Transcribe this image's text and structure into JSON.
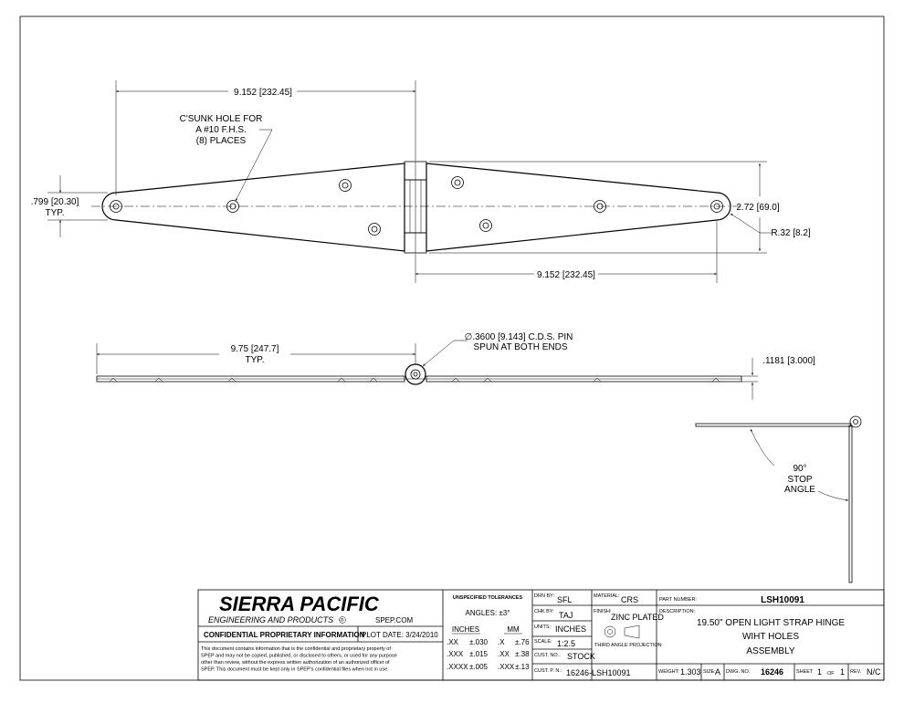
{
  "dimensions": {
    "left_length": "9.152 [232.45]",
    "right_length": "9.152 [232.45]",
    "end_width": ".799 [20.30]",
    "end_width_typ": "TYP.",
    "overall_width": "2.72 [69.0]",
    "end_radius": "R.32 [8.2]",
    "side_length": "9.75 [247.7]",
    "side_length_typ": "TYP.",
    "thickness": ".1181 [3.000]"
  },
  "notes": {
    "hole_line1": "C'SUNK HOLE FOR",
    "hole_line2": "A #10 F.H.S.",
    "hole_line3": "(8) PLACES",
    "pin_line1": "∅.3600 [9.143] C.D.S. PIN",
    "pin_line2": "SPUN AT BOTH ENDS",
    "stop_line1": "90°",
    "stop_line2": "STOP",
    "stop_line3": "ANGLE"
  },
  "title_block": {
    "company": "SIERRA PACIFIC",
    "company_sub": "ENGINEERING AND PRODUCTS",
    "registered": "®",
    "website": "SPEP.COM",
    "confidential_title": "CONFIDENTIAL PROPRIETARY INFORMATION",
    "plot_date": "PLOT DATE: 3/24/2010",
    "confidential_text": [
      "This document contains information that is the confidential and proprietary property of",
      "SPEP and may not be copied, published, or disclosed to others, or used for any purpose",
      "other than review, without the express written authorization of an authorized officer of",
      "SPEP. This document must be kept only in SPEP's confidential files when not in use."
    ],
    "tolerances": {
      "title": "UNSPECIFIED TOLERANCES",
      "angles": "ANGLES: ±3°",
      "inches_header": "INCHES",
      "mm_header": "MM",
      "rows": [
        {
          "in_fmt": ".XX",
          "in_tol": "±.030",
          "mm_fmt": ".X",
          "mm_tol": "±.76"
        },
        {
          "in_fmt": ".XXX",
          "in_tol": "±.015",
          "mm_fmt": ".XX",
          "mm_tol": "±.38"
        },
        {
          "in_fmt": ".XXXX",
          "in_tol": "±.005",
          "mm_fmt": ".XXX",
          "mm_tol": "±.13"
        }
      ]
    },
    "drn_by_label": "DRN BY:",
    "drn_by": "SFL",
    "chk_by_label": "CHK BY:",
    "chk_by": "TAJ",
    "units_label": "UNITS:",
    "units": "INCHES",
    "scale_label": "SCALE:",
    "scale": "1:2.5",
    "cust_no_label": "CUST. NO.:",
    "cust_no": "STOCK",
    "cust_pn_label": "CUST. P. N.:",
    "cust_pn": "16246-LSH10091",
    "material_label": "MATERIAL:",
    "material": "CRS",
    "finish_label": "FINISH:",
    "finish": "ZINC PLATED",
    "projection": "THIRD ANGLE PROJECTION",
    "part_number_label": "PART NUMBER:",
    "part_number": "LSH10091",
    "description_label": "DESCRIPTION:",
    "description": [
      "19.50\" OPEN LIGHT STRAP HINGE",
      "WIHT HOLES",
      "ASSEMBLY"
    ],
    "weight_label": "WEIGHT:",
    "weight": "1.303",
    "size_label": "SIZE:",
    "size": "A",
    "dwg_no_label": "DWG. NO.",
    "dwg_no": "16246",
    "sheet_label": "SHEET",
    "sheet": "1",
    "of_label": "OF",
    "sheet_total": "1",
    "rev_label": "REV.",
    "rev": "N/C"
  }
}
